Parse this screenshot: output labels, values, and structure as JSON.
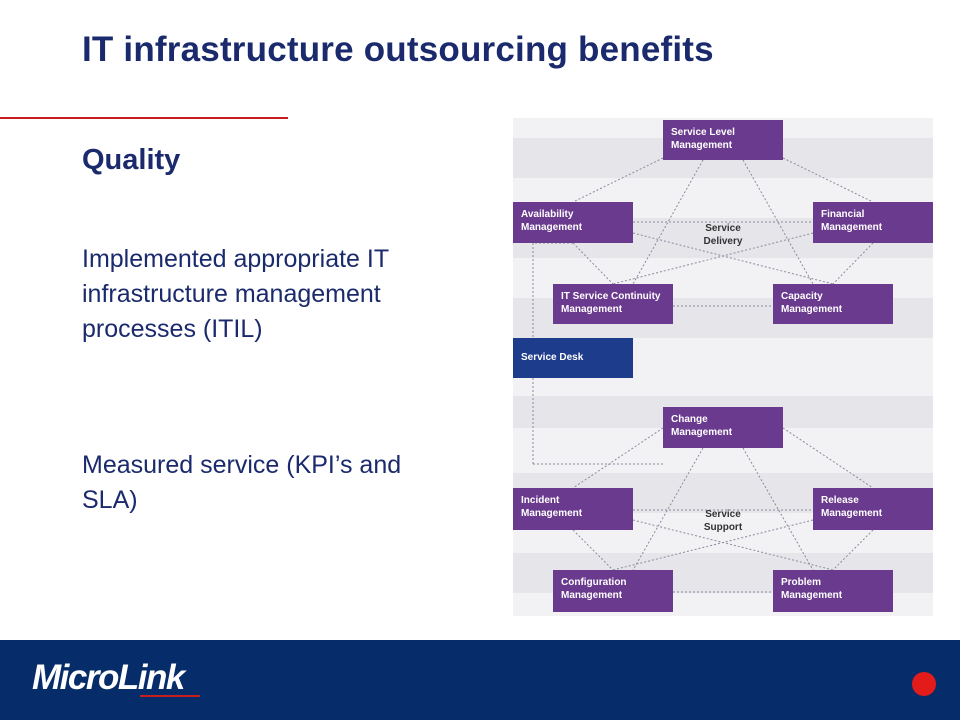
{
  "slide": {
    "title": "IT infrastructure outsourcing benefits",
    "heading": "Quality",
    "paragraphs": [
      "Implemented appropriate IT infrastructure management processes (ITIL)",
      "Measured service (KPI’s and SLA)"
    ]
  },
  "diagram": {
    "delivery": {
      "service_level": [
        "Service Level",
        "Management"
      ],
      "availability": [
        "Availability",
        "Management"
      ],
      "financial": [
        "Financial",
        "Management"
      ],
      "continuity": [
        "IT Service Continuity",
        "Management"
      ],
      "capacity": [
        "Capacity",
        "Management"
      ],
      "center": [
        "Service",
        "Delivery"
      ]
    },
    "service_desk": "Service Desk",
    "support": {
      "change": [
        "Change",
        "Management"
      ],
      "incident": [
        "Incident",
        "Management"
      ],
      "release": [
        "Release",
        "Management"
      ],
      "configuration": [
        "Configuration",
        "Management"
      ],
      "problem": [
        "Problem",
        "Management"
      ],
      "center": [
        "Service",
        "Support"
      ]
    },
    "colors": {
      "process_box": "#6a3a8e",
      "service_desk_box": "#1e3c8c"
    }
  },
  "footer": {
    "logo": "MicroLink",
    "background": "#062c6a",
    "accent": "#e41b1b"
  }
}
